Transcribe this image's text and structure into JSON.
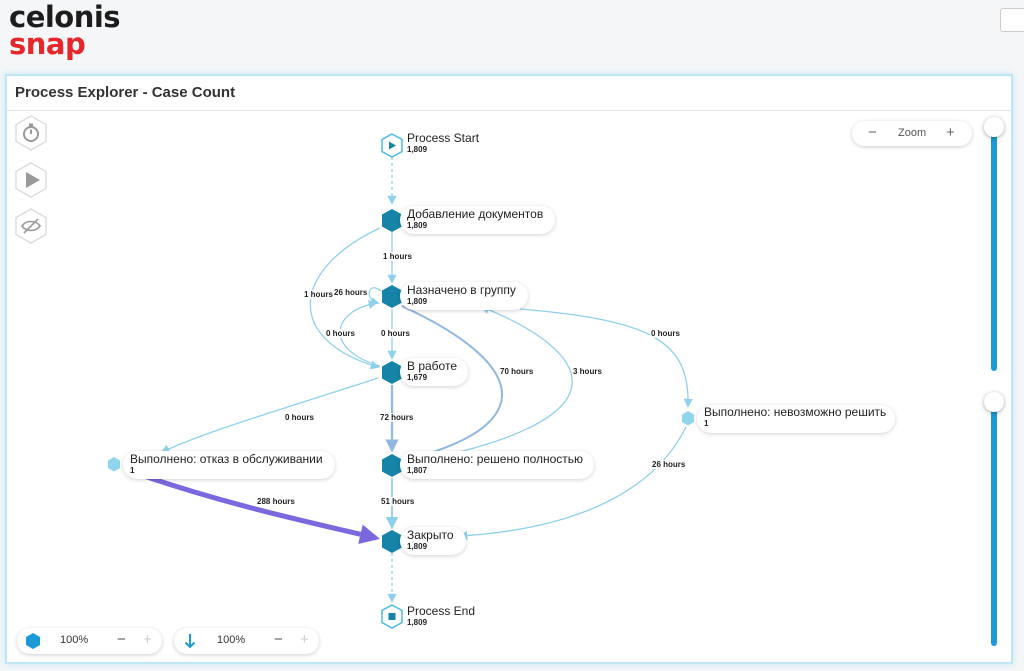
{
  "brand": {
    "line1": "celonis",
    "line2": "snap"
  },
  "panel": {
    "title": "Process Explorer - Case Count"
  },
  "nodes": {
    "start": {
      "name": "Process Start",
      "count": "1,809"
    },
    "docs": {
      "name": "Добавление документов",
      "count": "1,809"
    },
    "group": {
      "name": "Назначено в группу",
      "count": "1,809"
    },
    "work": {
      "name": "В работе",
      "count": "1,679"
    },
    "refuse": {
      "name": "Выполнено: отказ в обслуживании",
      "count": "1"
    },
    "solved": {
      "name": "Выполнено: решено полностью",
      "count": "1,807"
    },
    "impossible": {
      "name": "Выполнено: невозможно решить",
      "count": "1"
    },
    "closed": {
      "name": "Закрыто",
      "count": "1,809"
    },
    "end": {
      "name": "Process End",
      "count": "1,809"
    }
  },
  "edges": {
    "docs_group": "1 hours",
    "docs_work": "1 hours",
    "group_self": "26 hours",
    "work_group": "0 hours",
    "group_work": "0 hours",
    "group_solved": "70 hours",
    "solved_group": "3 hours",
    "group_impossible": "0 hours",
    "work_refuse": "0 hours",
    "work_solved": "72 hours",
    "impossible_closed": "26 hours",
    "refuse_closed": "288 hours",
    "solved_closed": "51 hours"
  },
  "zoom": {
    "label": "Zoom",
    "minus": "−",
    "plus": "+"
  },
  "bottom": {
    "activities_pct": "100%",
    "connections_pct": "100%",
    "minus": "−",
    "plus": "+"
  },
  "colors": {
    "node": "#1584a8",
    "light_node": "#8fd6ec",
    "edge": "#8fd0ec",
    "heavy_edge": "#7b68de",
    "slider": "#1a9bd7"
  },
  "sliders": {
    "activities_level": 1.0,
    "connections_level": 1.0
  }
}
